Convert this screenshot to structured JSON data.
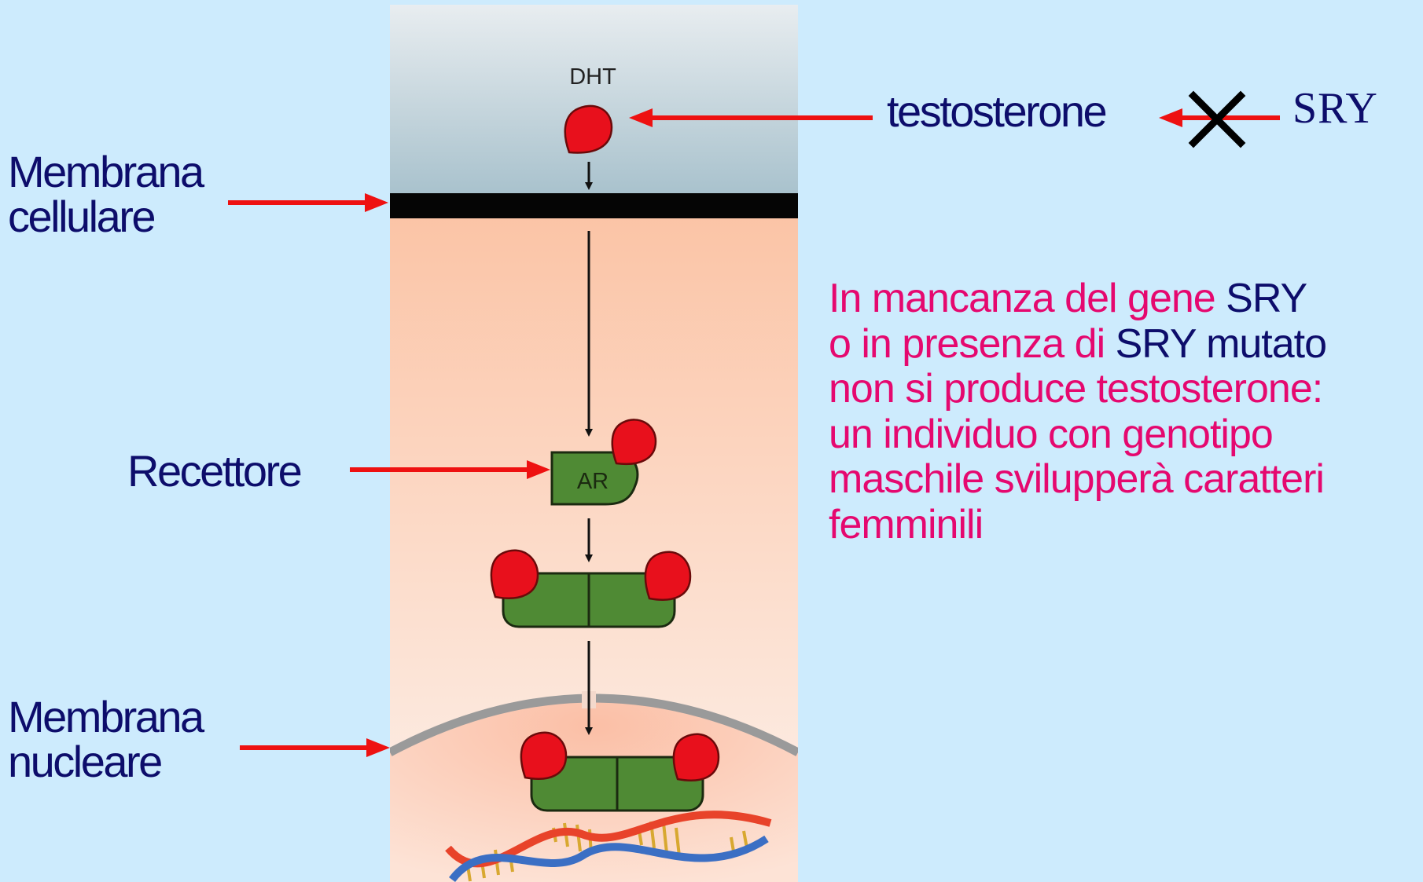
{
  "diagram": {
    "dht_label": "DHT",
    "ar_label": "AR",
    "testosterone_label": "testosterone",
    "sry_label": "SRY",
    "cell_membrane_label": [
      "Membrana",
      "cellulare"
    ],
    "receptor_label": "Recettore",
    "nuclear_membrane_label": [
      "Membrana",
      "nucleare"
    ]
  },
  "explanation": {
    "line1_a": "In mancanza del gene ",
    "line1_b": "SRY",
    "line2_a": "o in presenza di ",
    "line2_b": "SRY mutato",
    "line3": "non si produce testosterone:",
    "line4": "un individuo con genotipo",
    "line5": "maschile svilupperà caratteri",
    "line6": "femminili"
  },
  "colors": {
    "background": "#cdebfd",
    "label_blue": "#0d0d6b",
    "text_pink": "#e5086f",
    "arrow_red": "#ee1111",
    "receptor_green": "#4f8a34",
    "hormone_red": "#e8101c"
  }
}
